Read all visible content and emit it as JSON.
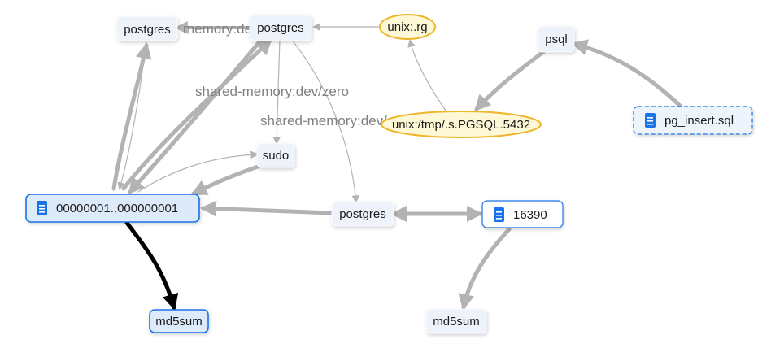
{
  "colors": {
    "edge": "#b3b3b3",
    "edge_strong": "#000000",
    "process_fill": "#eef2fb",
    "process_stroke": "#ffffff",
    "socket_fill": "#fff8d6",
    "socket_stroke": "#f0b429",
    "file_fill": "#ddeaf9",
    "file_stroke": "#1a73e8",
    "file_icon": "#1a73e8",
    "edge_label": "#808080"
  },
  "nodes": {
    "postgres_a": {
      "label": "postgres",
      "kind": "process"
    },
    "postgres_b": {
      "label": "postgres",
      "kind": "process"
    },
    "unix_rg": {
      "label": "unix:.rg",
      "kind": "socket"
    },
    "psql": {
      "label": "psql",
      "kind": "process"
    },
    "unix_tmp": {
      "label": "unix:/tmp/.s.PGSQL.5432",
      "kind": "socket"
    },
    "pg_insert": {
      "label": "pg_insert.sql",
      "kind": "file-dashed",
      "icon": "document-icon"
    },
    "sudo": {
      "label": "sudo",
      "kind": "process"
    },
    "file_0001": {
      "label": "00000001..000000001",
      "kind": "file",
      "icon": "document-icon"
    },
    "postgres_c": {
      "label": "postgres",
      "kind": "process"
    },
    "file_16390": {
      "label": "16390",
      "kind": "file",
      "icon": "document-icon"
    },
    "md5sum_a": {
      "label": "md5sum",
      "kind": "file-plain"
    },
    "md5sum_b": {
      "label": "md5sum",
      "kind": "process"
    }
  },
  "edge_labels": {
    "shm_a": "memory:de",
    "shm_b": "shared-memory:dev/zero",
    "shm_c": "shared-memory:dev/"
  }
}
